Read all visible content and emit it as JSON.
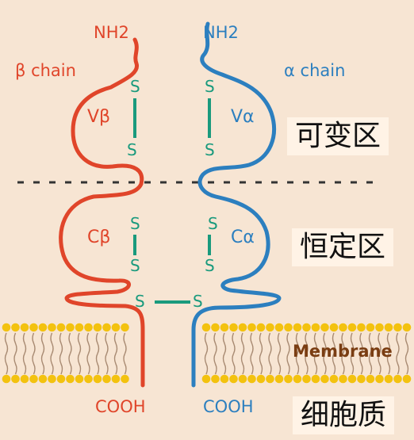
{
  "beta": {
    "n_term": "NH2",
    "name": "β chain",
    "v_domain": "Vβ",
    "c_domain": "Cβ",
    "c_term": "COOH"
  },
  "alpha": {
    "n_term": "NH2",
    "name": "α chain",
    "v_domain": "Vα",
    "c_domain": "Cα",
    "c_term": "COOH"
  },
  "disulfide": "S",
  "membrane_label": "Membrane",
  "regions": {
    "variable": "可变区",
    "constant": "恒定区",
    "cytoplasm": "细胞质"
  },
  "colors": {
    "background": "#f7e5d3",
    "beta": "#e0452a",
    "alpha": "#2c7fbf",
    "bond": "#1a9a7d",
    "lipid_head": "#f3c20f",
    "lipid_tail": "#a88a72"
  }
}
